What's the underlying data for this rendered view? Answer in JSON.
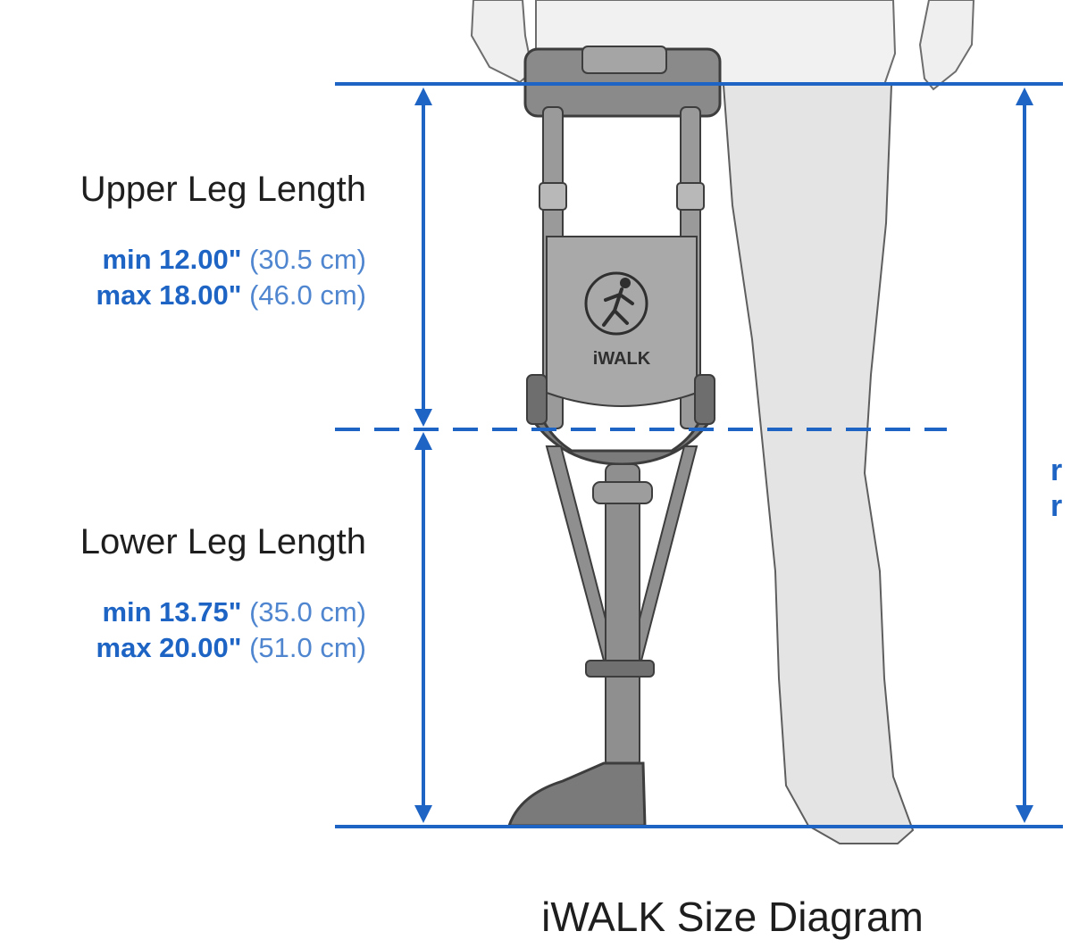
{
  "title": "iWALK Size Diagram",
  "upper_leg": {
    "heading": "Upper Leg Length",
    "min_label": "min 12.00\"",
    "min_metric": "(30.5 cm)",
    "max_label": "max 18.00\"",
    "max_metric": "(46.0 cm)"
  },
  "lower_leg": {
    "heading": "Lower Leg Length",
    "min_label": "min 13.75\"",
    "min_metric": "(35.0 cm)",
    "max_label": "max 20.00\"",
    "max_metric": "(51.0 cm)"
  },
  "device_logo_text": "iWALK",
  "cropped_right_text": [
    "r",
    "r"
  ],
  "colors": {
    "accent_blue": "#1d64c4",
    "metric_blue": "#4f86cf",
    "device_gray": "#8a8a8a",
    "leg_gray": "#e4e4e4"
  }
}
